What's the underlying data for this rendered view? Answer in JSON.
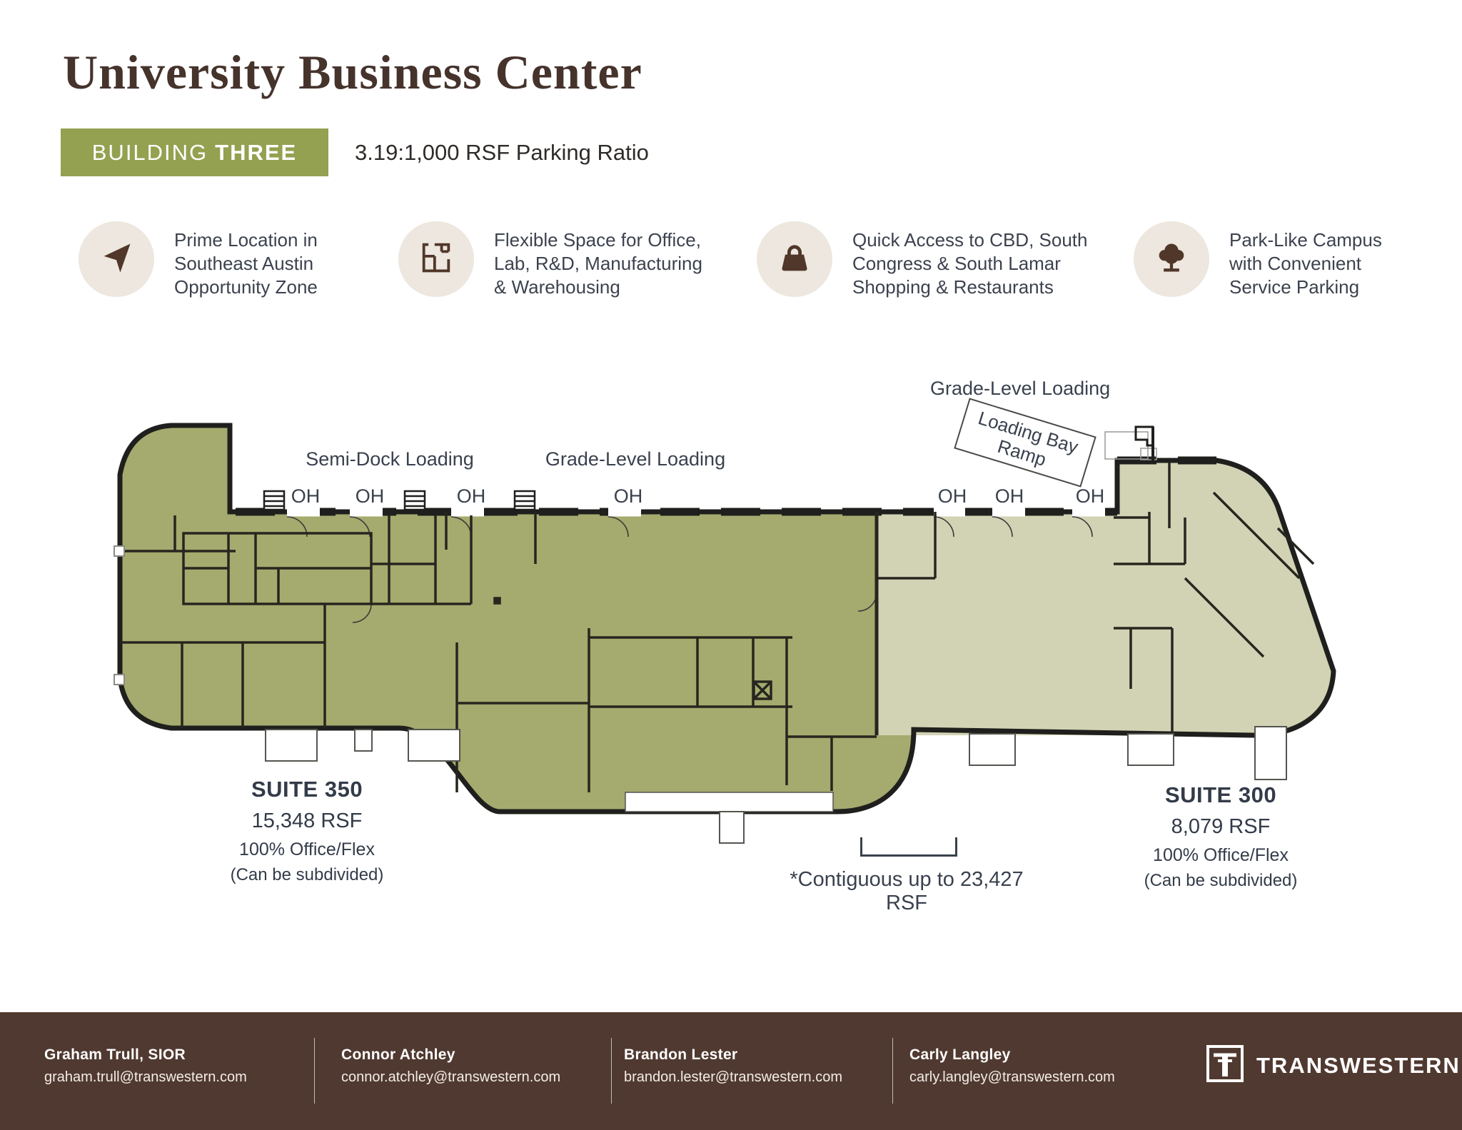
{
  "document": {
    "title": "University Business Center",
    "badge": {
      "prefix": "BUILDING",
      "emphasis": "THREE"
    },
    "parking_ratio": "3.19:1,000 RSF Parking Ratio"
  },
  "features": [
    {
      "icon": "navigation-arrow-icon",
      "lines": [
        "Prime Location in",
        "Southeast Austin",
        "Opportunity Zone"
      ]
    },
    {
      "icon": "floor-plan-icon",
      "lines": [
        "Flexible Space for Office,",
        "Lab, R&D, Manufacturing",
        "& Warehousing"
      ]
    },
    {
      "icon": "shopping-bag-icon",
      "lines": [
        "Quick Access to CBD, South",
        "Congress & South Lamar",
        "Shopping & Restaurants"
      ]
    },
    {
      "icon": "tree-icon",
      "lines": [
        "Park-Like Campus",
        "with Convenient",
        "Service Parking"
      ]
    }
  ],
  "floor_plan": {
    "labels": {
      "grade_level_top": "Grade-Level Loading",
      "semi_dock": "Semi-Dock Loading",
      "grade_level_mid": "Grade-Level Loading",
      "ramp_line1": "Loading Bay",
      "ramp_line2": "Ramp",
      "overhead_door": "OH"
    },
    "suites": [
      {
        "name": "SUITE 350",
        "rsf": "15,348 RSF",
        "use": "100% Office/Flex",
        "note": "(Can be subdivided)"
      },
      {
        "name": "SUITE 300",
        "rsf": "8,079 RSF",
        "use": "100% Office/Flex",
        "note": "(Can be subdivided)"
      }
    ],
    "contiguous_note": "*Contiguous up to 23,427 RSF",
    "colors": {
      "suite_350_fill": "#A5AA6E",
      "suite_300_fill": "#D2D3B4",
      "walls": "#1F1F1D"
    }
  },
  "footer": {
    "contacts": [
      {
        "name": "Graham Trull, SIOR",
        "email": "graham.trull@transwestern.com"
      },
      {
        "name": "Connor Atchley",
        "email": "connor.atchley@transwestern.com"
      },
      {
        "name": "Brandon Lester",
        "email": "brandon.lester@transwestern.com"
      },
      {
        "name": "Carly Langley",
        "email": "carly.langley@transwestern.com"
      }
    ],
    "brand": "TRANSWESTERN"
  },
  "colors": {
    "title_text": "#45332C",
    "badge_green": "#93A150",
    "icon_circle": "#EDE7DF",
    "icon_glyph": "#503729",
    "body_text": "#3C424E",
    "footer_brown": "#503930"
  }
}
